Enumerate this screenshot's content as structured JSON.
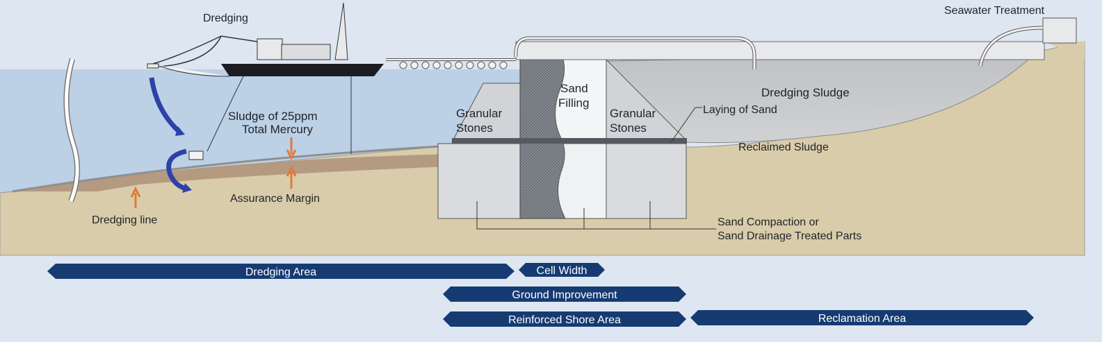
{
  "labels": {
    "dredging": "Dredging",
    "seawater_treatment": "Seawater Treatment",
    "sand": "Sand",
    "filling": "Filling",
    "granular_left_1": "Granular",
    "granular_left_2": "Stones",
    "granular_right_1": "Granular",
    "granular_right_2": "Stones",
    "dredging_sludge": "Dredging Sludge",
    "laying_of_sand": "Laying of Sand",
    "sludge_1": "Sludge of 25ppm",
    "sludge_2": "Total Mercury",
    "reclaimed_sludge": "Reclaimed Sludge",
    "assurance_margin": "Assurance Margin",
    "dredging_line": "Dredging line",
    "sand_compaction_1": "Sand Compaction or",
    "sand_compaction_2": "Sand Drainage Treated Parts"
  },
  "areas": {
    "dredging_area": "Dredging Area",
    "cell_width": "Cell Width",
    "ground_improvement": "Ground Improvement",
    "reinforced_shore_area": "Reinforced Shore Area",
    "reclamation_area": "Reclamation Area"
  },
  "colors": {
    "sky": "#dde6f1",
    "water": "#bcd0e6",
    "seabed": "#d9ccaa",
    "sludge": "#b49a80",
    "navy": "#163b73",
    "arrow_blue": "#2d41a8",
    "orange": "#e07a3c"
  }
}
